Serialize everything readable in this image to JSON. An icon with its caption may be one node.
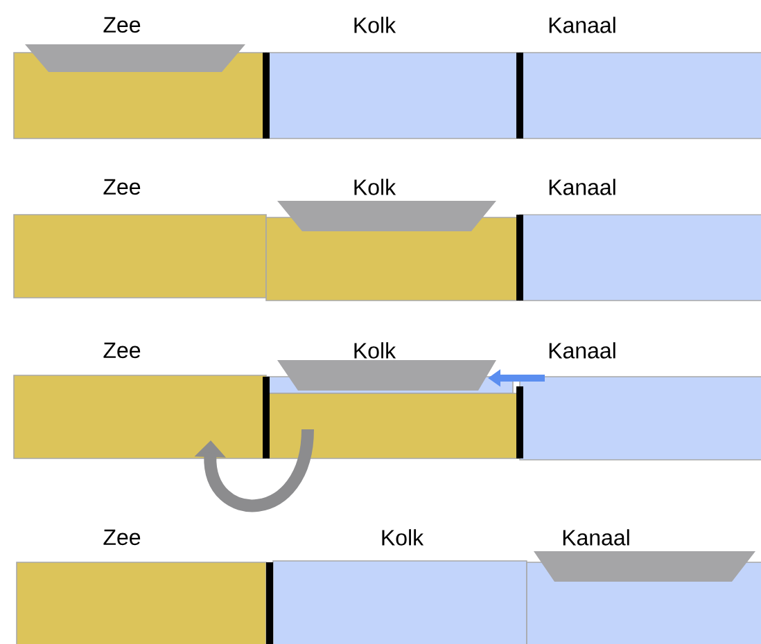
{
  "diagram": {
    "labels": [
      "Zee",
      "Kolk",
      "Kanaal",
      "Zee",
      "Kolk",
      "Kanaal",
      "Zee",
      "Kolk",
      "Kanaal",
      "Zee",
      "Kolk",
      "Kanaal"
    ]
  }
}
